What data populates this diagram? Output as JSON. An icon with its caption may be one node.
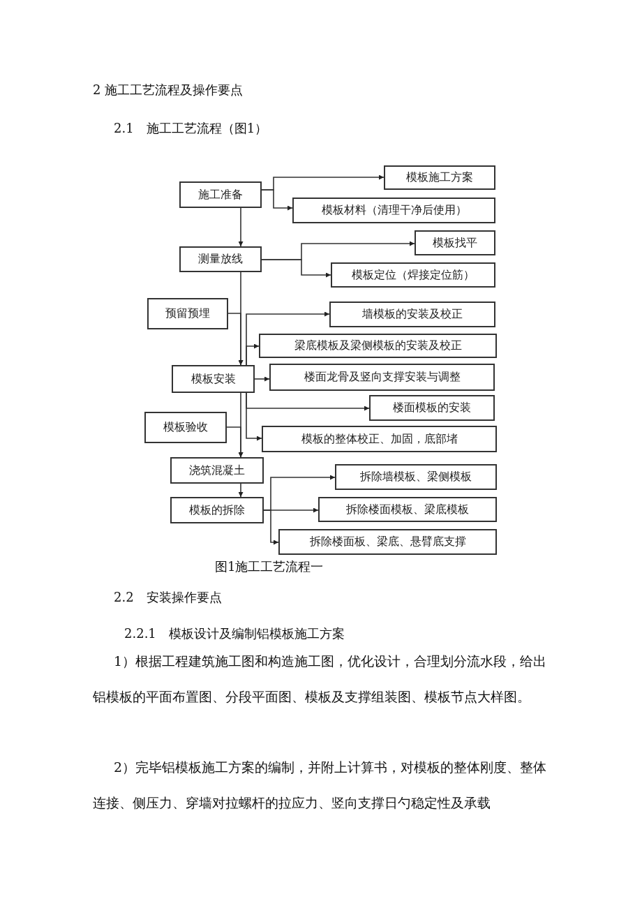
{
  "diagram": {
    "caption": "图1施工工艺流程一",
    "nodes": [
      {
        "text": [
          "施工准备"
        ]
      },
      {
        "text": [
          "模板施工方案"
        ]
      },
      {
        "text": [
          "模板材料（清理干净后使用）"
        ]
      },
      {
        "text": [
          "测量放线"
        ]
      },
      {
        "text": [
          "模板找平"
        ]
      },
      {
        "text": [
          "模板定位（焊接定位筋）"
        ]
      },
      {
        "text": [
          "预留预埋"
        ]
      },
      {
        "text": [
          "墙模板的安装及校正"
        ]
      },
      {
        "text": [
          "梁底模板及梁侧模板的安装及校正"
        ]
      },
      {
        "text": [
          "模板安装"
        ]
      },
      {
        "text": [
          "楼面龙骨及竖向支撑安装与调整"
        ]
      },
      {
        "text": [
          "楼面模板的安装"
        ]
      },
      {
        "text": [
          "模板验收"
        ]
      },
      {
        "text": [
          "模板的整体校正、加固，底部堵"
        ]
      },
      {
        "text": [
          "浇筑混凝土"
        ]
      },
      {
        "text": [
          "模板的拆除"
        ]
      },
      {
        "text": [
          "拆除墙模板、梁侧模板"
        ]
      },
      {
        "text": [
          "拆除楼面模板、梁底模板"
        ]
      },
      {
        "text": [
          "拆除楼面板、梁底、悬臂底支撑"
        ]
      }
    ],
    "edges": [
      {
        "from": 0,
        "to": 1,
        "arrow": "to"
      },
      {
        "from": 0,
        "to": 2,
        "arrow": "to"
      },
      {
        "from": 0,
        "to": 3,
        "arrow": "to"
      },
      {
        "from": 3,
        "to": 4,
        "arrow": "to"
      },
      {
        "from": 3,
        "to": 5,
        "arrow": "to"
      },
      {
        "from": 3,
        "to": 9,
        "arrow": "to"
      },
      {
        "from": 6,
        "to": 9,
        "arrow": "to"
      },
      {
        "from": 9,
        "to": 7,
        "arrow": "to"
      },
      {
        "from": 9,
        "to": 8,
        "arrow": "to"
      },
      {
        "from": 9,
        "to": 10,
        "arrow": "to"
      },
      {
        "from": 9,
        "to": 11,
        "arrow": "to"
      },
      {
        "from": 9,
        "to": 13,
        "arrow": "to"
      },
      {
        "from": 9,
        "to": 14,
        "arrow": "to"
      },
      {
        "from": 12,
        "to": 14,
        "arrow": "to"
      },
      {
        "from": 14,
        "to": 15,
        "arrow": "to"
      },
      {
        "from": 15,
        "to": 16,
        "arrow": "to"
      },
      {
        "from": 15,
        "to": 17,
        "arrow": "to"
      },
      {
        "from": 15,
        "to": 18,
        "arrow": "to"
      }
    ],
    "labels": [
      "2 施工工艺流程及操作要点",
      "2.1　施工工艺流程（图1）",
      "2.2　安装操作要点",
      "2.2.1　模板设计及编制铝模板施工方案",
      "1）根据工程建筑施工图和构造施工图，优化设计，合理划分流水段，给出铝模板的平面布置图、分段平面图、模板及支撑组装图、模板节点大样图。",
      "2）完毕铝模板施工方案的编制，并附上计算书，对模板的整体刚度、整体连接、侧压力、穿墙对拉螺杆的拉应力、竖向支撑日勺稳定性及承载"
    ]
  }
}
